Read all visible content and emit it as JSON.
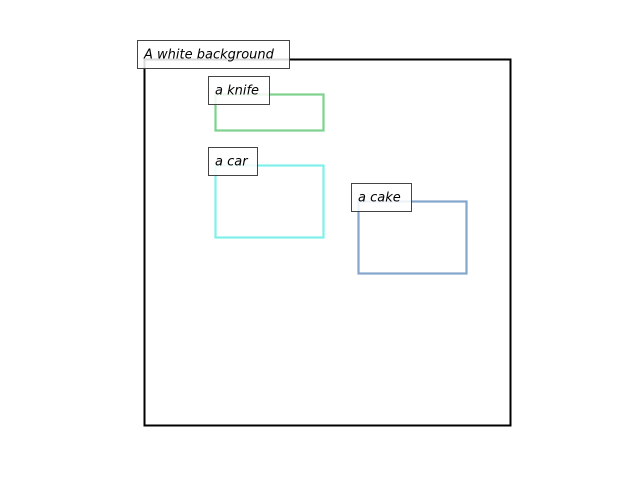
{
  "scene": {
    "caption": "A white background",
    "frame_color": "#000000",
    "background_color": "#ffffff"
  },
  "boxes": [
    {
      "label": "a knife",
      "color": "#7fd18f"
    },
    {
      "label": "a car",
      "color": "#7ff0ea"
    },
    {
      "label": "a cake",
      "color": "#84a6cc"
    }
  ]
}
